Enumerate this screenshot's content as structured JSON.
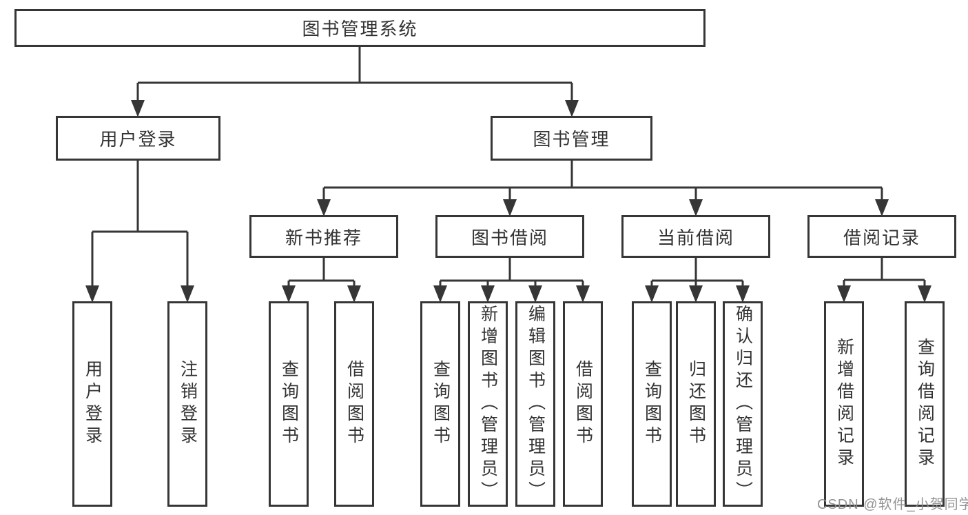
{
  "tree": {
    "label": "图书管理系统",
    "children": [
      {
        "label": "用户登录",
        "children": [
          {
            "label": "用户登录"
          },
          {
            "label": "注销登录"
          }
        ]
      },
      {
        "label": "图书管理",
        "children": [
          {
            "label": "新书推荐",
            "children": [
              {
                "label": "查询图书"
              },
              {
                "label": "借阅图书"
              }
            ]
          },
          {
            "label": "图书借阅",
            "children": [
              {
                "label": "查询图书"
              },
              {
                "label": "新增图书（管理员）"
              },
              {
                "label": "编辑图书（管理员）"
              },
              {
                "label": "借阅图书"
              }
            ]
          },
          {
            "label": "当前借阅",
            "children": [
              {
                "label": "查询图书"
              },
              {
                "label": "归还图书"
              },
              {
                "label": "确认归还（管理员）"
              }
            ]
          },
          {
            "label": "借阅记录",
            "children": [
              {
                "label": "新增借阅记录"
              },
              {
                "label": "查询借阅记录"
              }
            ]
          }
        ]
      }
    ]
  },
  "watermark": {
    "text": "CSDN @软件_小贺同学"
  },
  "colors": {
    "line": "#363636",
    "box_border": "#363636",
    "box_fill": "#ffffff",
    "text": "#333333",
    "watermark": "#8e8e8e",
    "background": "#ffffff"
  }
}
